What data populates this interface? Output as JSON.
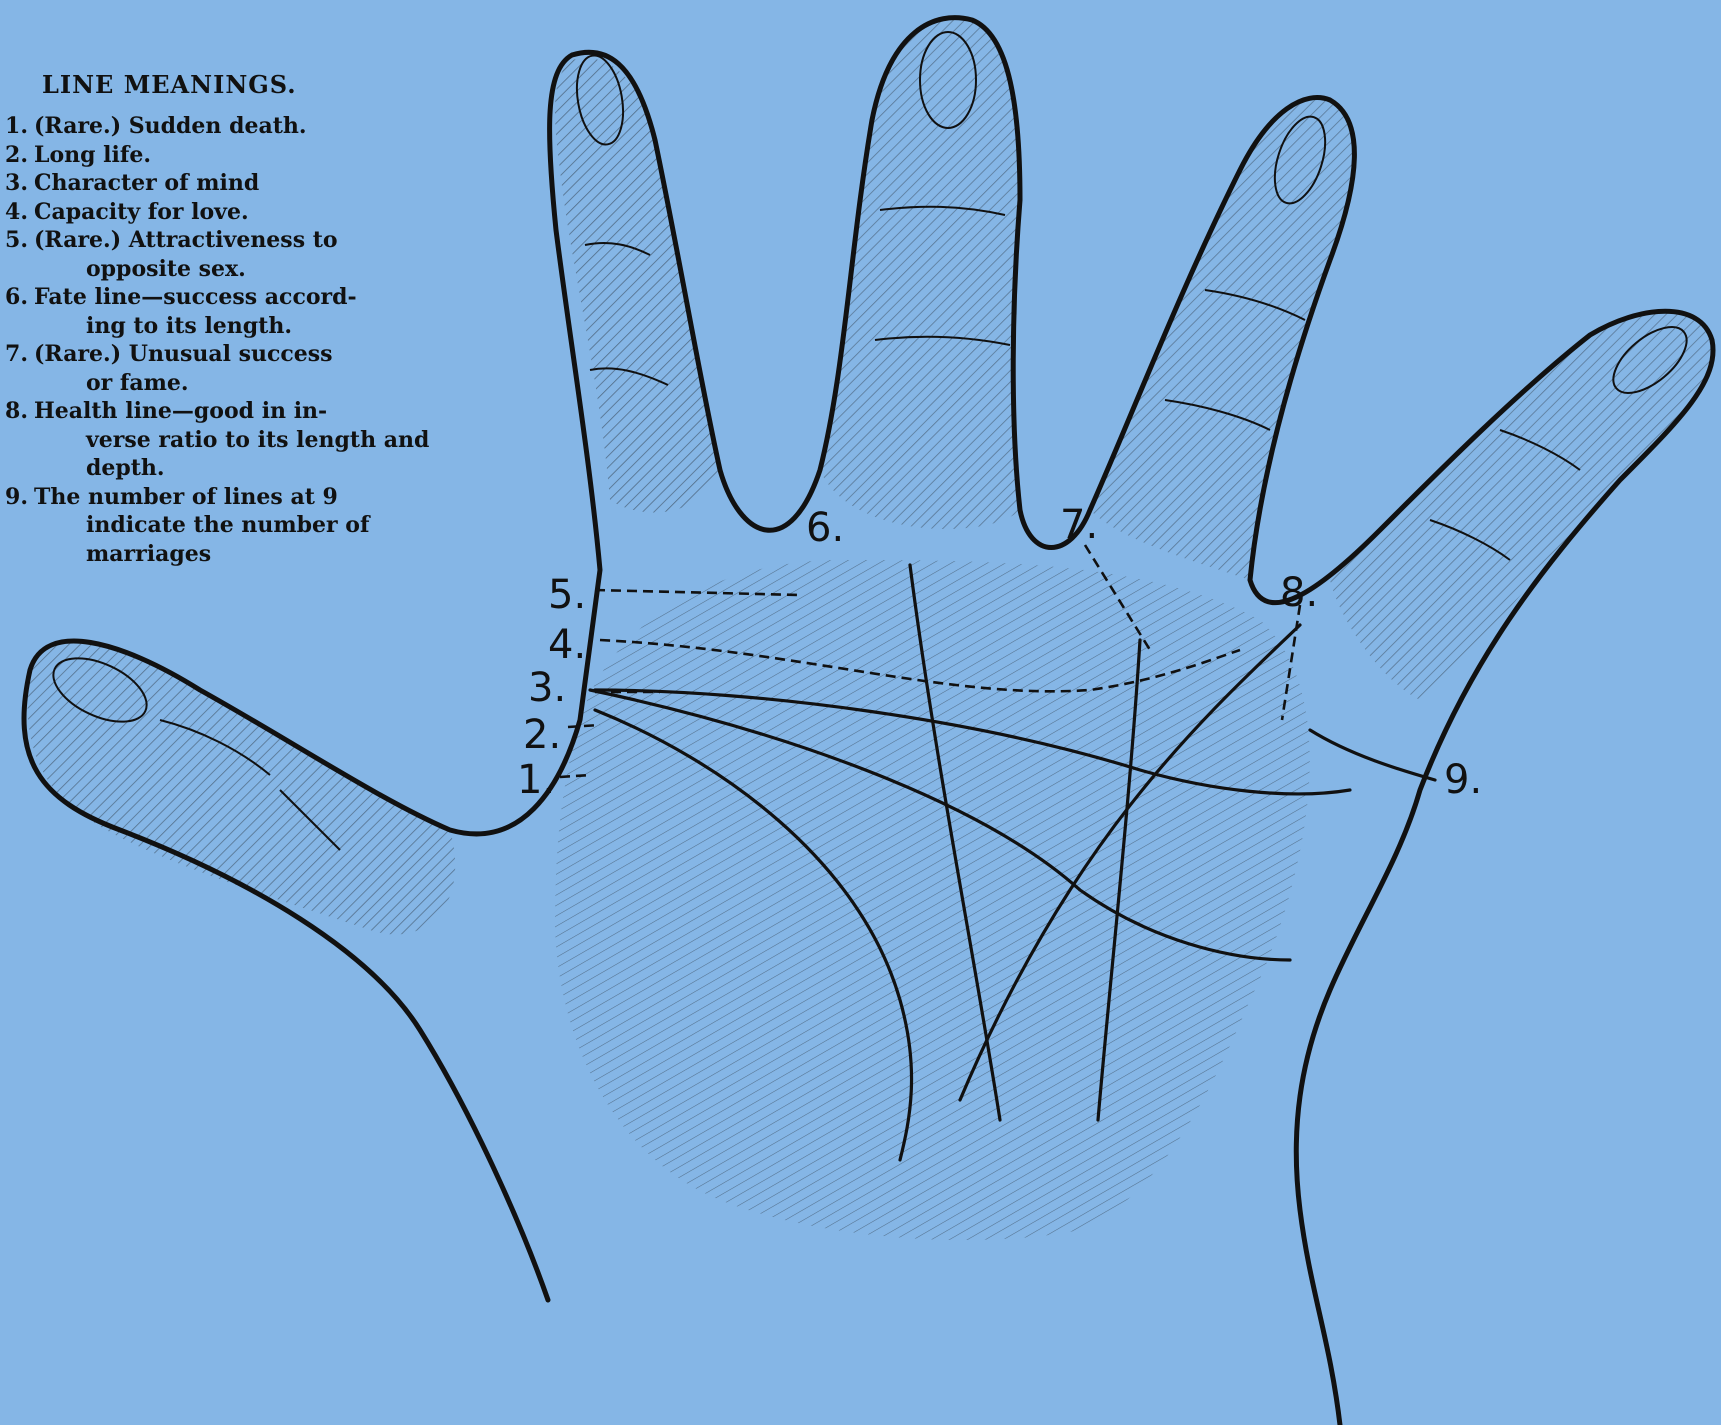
{
  "legend": {
    "title": "LINE MEANINGS.",
    "items": [
      {
        "num": "1.",
        "text": "(Rare.)  Sudden death.",
        "cont": ""
      },
      {
        "num": "2.",
        "text": "Long life.",
        "cont": ""
      },
      {
        "num": "3.",
        "text": "Character of mind",
        "cont": ""
      },
      {
        "num": "4.",
        "text": "Capacity for love.",
        "cont": ""
      },
      {
        "num": "5.",
        "text": "(Rare.)  Attractiveness to",
        "cont": "opposite sex."
      },
      {
        "num": "6.",
        "text": "Fate line—success accord-",
        "cont": "ing to its length."
      },
      {
        "num": "7.",
        "text": "(Rare.)  Unusual success",
        "cont": "or fame."
      },
      {
        "num": "8.",
        "text": "Health line—good in in-",
        "cont": "verse ratio to its length and depth."
      },
      {
        "num": "9.",
        "text": "The number of lines at 9",
        "cont": "indicate the number of marriages"
      }
    ]
  },
  "markers": {
    "m1": "1.",
    "m2": "2.",
    "m3": "3.",
    "m4": "4.",
    "m5": "5.",
    "m6": "6.",
    "m7": "7.",
    "m8": "8.",
    "m9": "9."
  },
  "colors": {
    "background": "#85b6e6",
    "ink": "#111111"
  },
  "illustration": "engraved-palm-hand"
}
